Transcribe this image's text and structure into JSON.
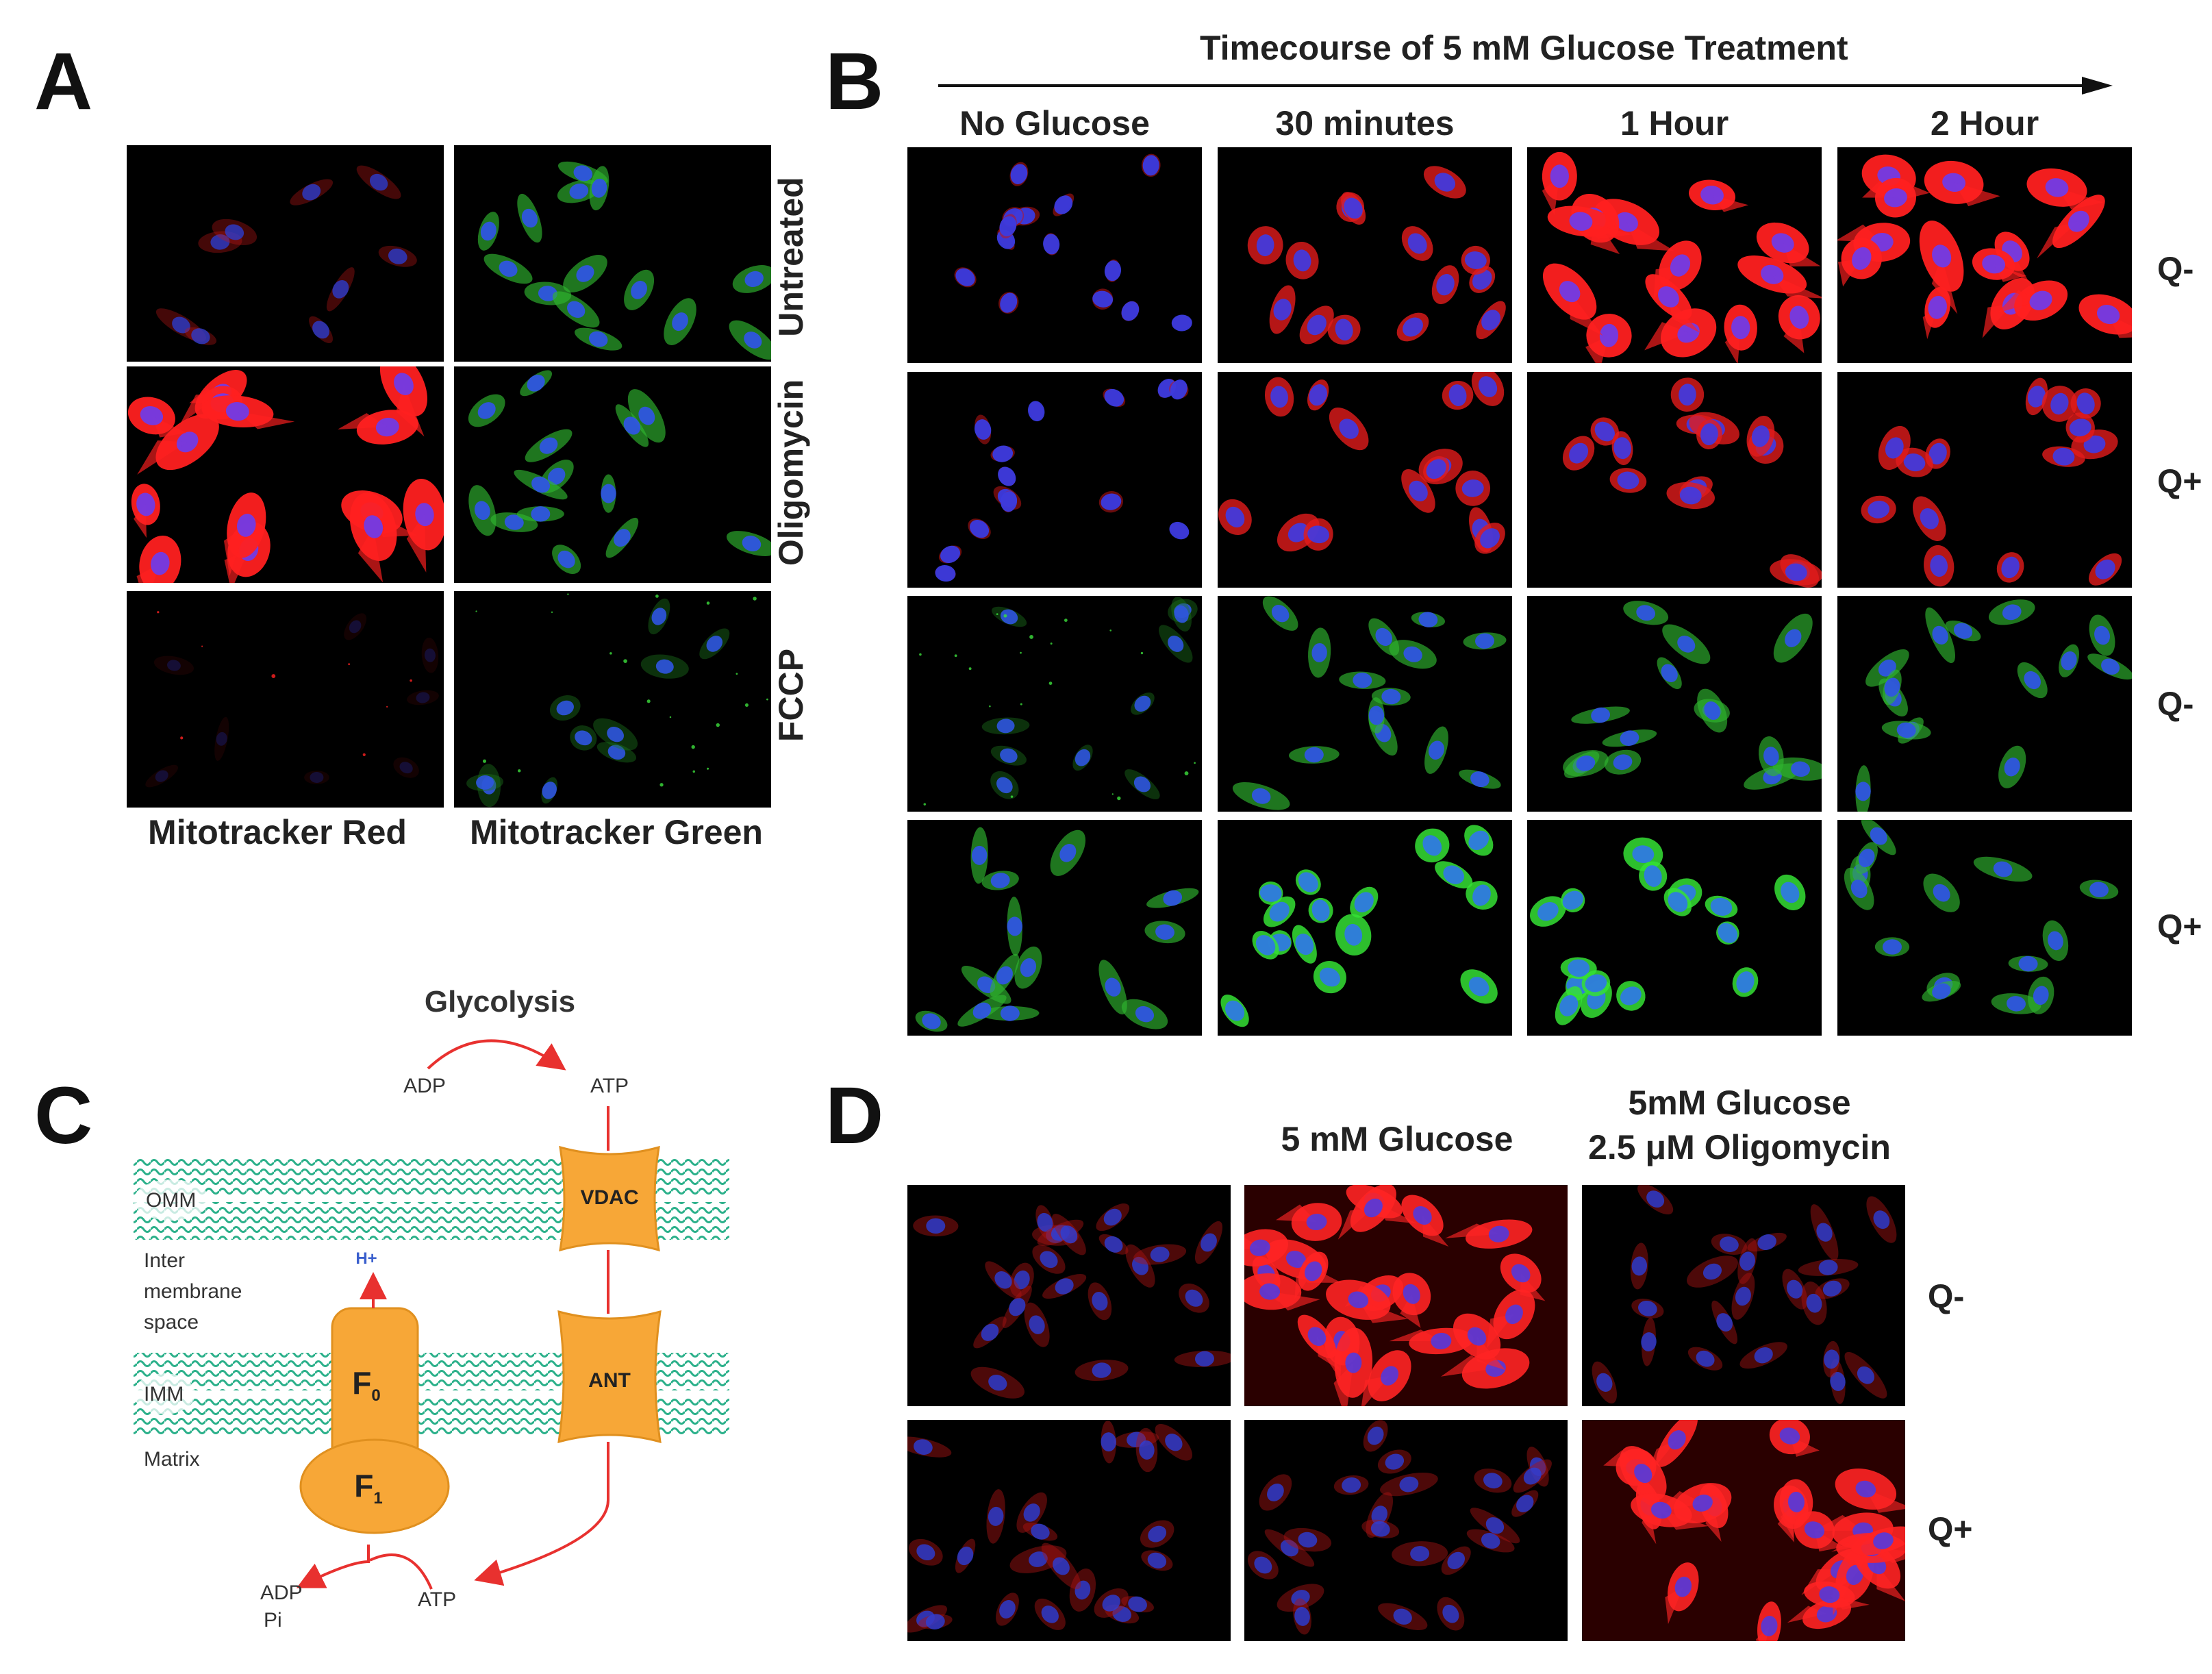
{
  "panels": {
    "A": {
      "letter": "A",
      "columns": [
        "Mitotracker Red",
        "Mitotracker Green"
      ],
      "rows": [
        "Untreated",
        "Oligomycin",
        "FCCP"
      ],
      "images": [
        [
          "a-untreated-red",
          "a-untreated-green"
        ],
        [
          "a-oligomycin-red",
          "a-oligomycin-green"
        ],
        [
          "a-fccp-red",
          "a-fccp-green"
        ]
      ]
    },
    "B": {
      "letter": "B",
      "title": "Timecourse of 5 mM Glucose Treatment",
      "columns": [
        "No Glucose",
        "30 minutes",
        "1 Hour",
        "2 Hour"
      ],
      "rows": [
        "Q-",
        "Q+",
        "Q-",
        "Q+"
      ]
    },
    "C": {
      "letter": "C",
      "glycolysis": "Glycolysis",
      "adp_top": "ADP",
      "atp_top": "ATP",
      "omm": "OMM",
      "imm": "IMM",
      "intermembrane_1": "Inter",
      "intermembrane_2": "membrane",
      "intermembrane_3": "space",
      "matrix": "Matrix",
      "vdac": "VDAC",
      "ant": "ANT",
      "f0": "F",
      "f0_sub": "0",
      "f1": "F",
      "f1_sub": "1",
      "hplus": "H+",
      "adp_bottom": "ADP",
      "pi": "Pi",
      "atp_bottom": "ATP",
      "colors": {
        "membrane": "#2bb08a",
        "protein": "#f7a737",
        "arrow": "#e8312f",
        "hplus": "#3a5fcd"
      }
    },
    "D": {
      "letter": "D",
      "col_1": "5 mM Glucose",
      "col_2_line1": "5mM Glucose",
      "col_2_line2": "2.5 μM Oligomycin",
      "rows": [
        "Q-",
        "Q+"
      ]
    }
  }
}
